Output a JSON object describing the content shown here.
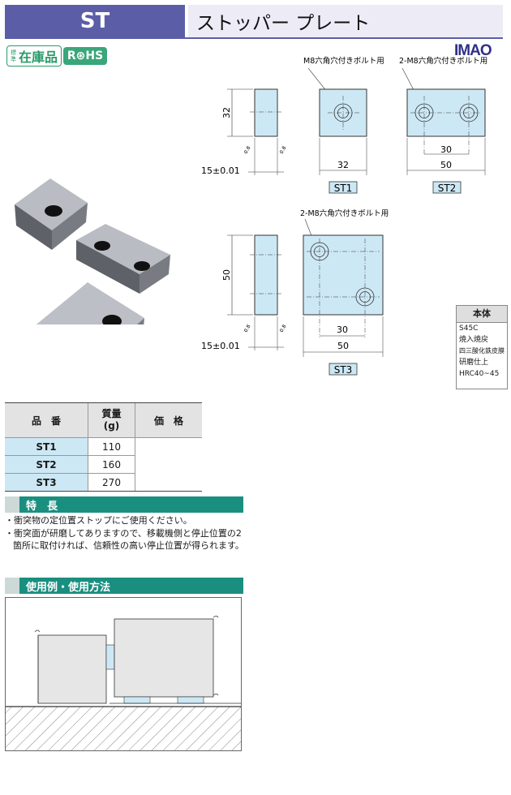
{
  "header": {
    "code": "ST",
    "name": "ストッパー プレート"
  },
  "badges": {
    "stock_small": "標準",
    "stock": "在庫品",
    "rohs": "R⊛HS"
  },
  "brand": {
    "logo": "IMAO"
  },
  "drawings": {
    "st1_callout": "M8六角穴付きボルト用",
    "st2_callout": "2-M8六角穴付きボルト用",
    "st3_callout": "2-M8六角穴付きボルト用",
    "h_32": "32",
    "h_50": "50",
    "thickness": "15±0.01",
    "st1_width": "32",
    "st2_pitch": "30",
    "st2_width": "50",
    "st3_pitch": "30",
    "st3_width": "50",
    "st1_label": "ST1",
    "st2_label": "ST2",
    "st3_label": "ST3",
    "finish": "0.8"
  },
  "material": {
    "header": "本体",
    "lines": [
      "S45C",
      "焼入焼戻",
      "四三酸化鉄皮膜",
      "研磨仕上",
      "HRC40~45"
    ]
  },
  "table": {
    "headers": [
      "品　番",
      "質量\n(g)",
      "価　格"
    ],
    "rows": [
      {
        "code": "ST1",
        "weight": "110",
        "price": ""
      },
      {
        "code": "ST2",
        "weight": "160",
        "price": ""
      },
      {
        "code": "ST3",
        "weight": "270",
        "price": ""
      }
    ]
  },
  "sections": {
    "features": "特　長",
    "usage": "使用例・使用方法"
  },
  "features": [
    "・衝突物の定位置ストップにご使用ください。",
    "・衝突面が研磨してありますので、移載機側と停止位置の2箇所に取付ければ、信頼性の高い停止位置が得られます。"
  ],
  "colors": {
    "header": "#5b5ea6",
    "section": "#1a8f80",
    "part": "#cde8f5"
  }
}
